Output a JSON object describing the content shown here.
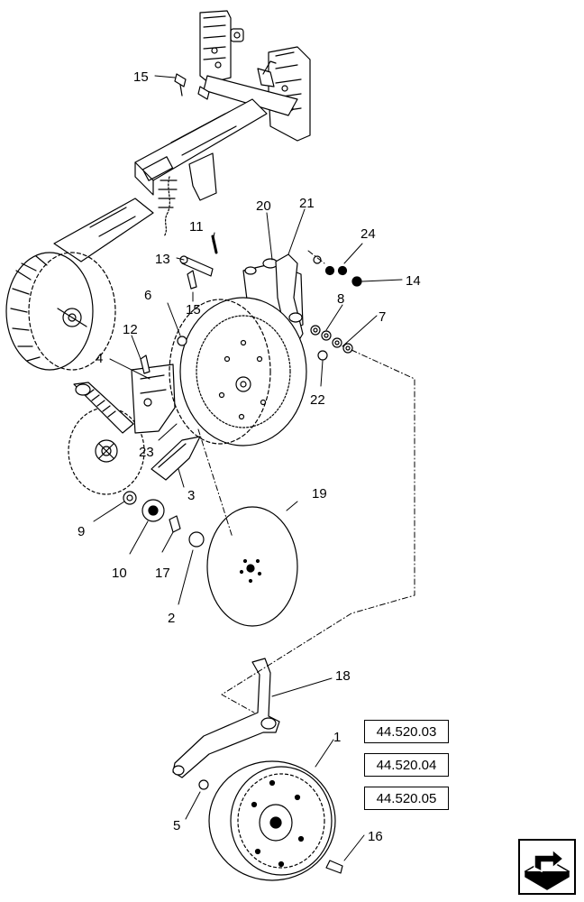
{
  "callouts": {
    "c1": "1",
    "c2": "2",
    "c3": "3",
    "c4": "4",
    "c5": "5",
    "c6": "6",
    "c7": "7",
    "c8": "8",
    "c9": "9",
    "c10": "10",
    "c11": "11",
    "c12": "12",
    "c13": "13",
    "c14": "14",
    "c15a": "15",
    "c15b": "15",
    "c16": "16",
    "c17": "17",
    "c18": "18",
    "c19": "19",
    "c20": "20",
    "c21": "21",
    "c22": "22",
    "c23": "23",
    "c24": "24"
  },
  "references": [
    "44.520.03",
    "44.520.04",
    "44.520.05"
  ],
  "icons": {
    "nav": "arrow-navigation-icon"
  }
}
